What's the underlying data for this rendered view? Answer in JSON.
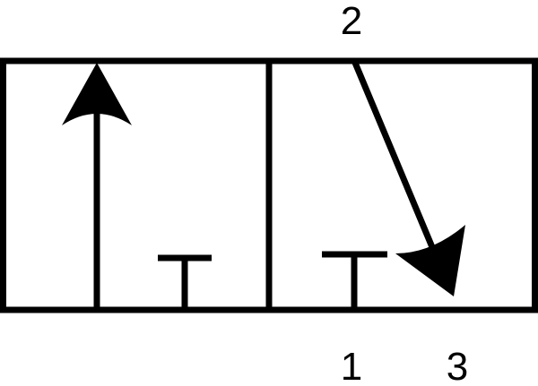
{
  "diagram": {
    "type": "3/2 directional control valve symbol",
    "stroke_color": "#000000",
    "background_color": "#ffffff",
    "ports": {
      "top": "2",
      "bottom_left": "1",
      "bottom_right": "3"
    },
    "left_position": {
      "flow_arrow": "arrow-up",
      "blocked_port": "T"
    },
    "right_position": {
      "flow_arrow": "arrow-down-right",
      "blocked_port": "T"
    }
  }
}
